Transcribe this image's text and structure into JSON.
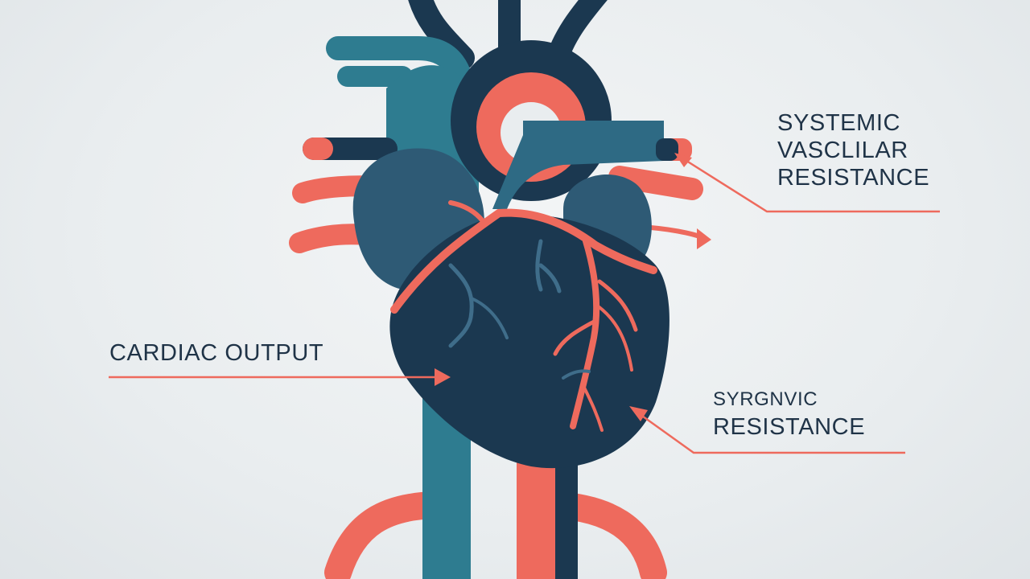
{
  "colors": {
    "background": "#e9edef",
    "heart_dark": "#1b3850",
    "heart_mid": "#2e5a75",
    "vessel_teal": "#2e7c90",
    "artery_red": "#ee6a5d",
    "label_text": "#1f3347"
  },
  "labels": {
    "systemic_vascular_resistance": [
      "SYSTEMIC",
      "VASCLILAR",
      "RESISTANCE"
    ],
    "cardiac_output": "CARDIAC OUTPUT",
    "systemic_resistance": [
      "SYRGNVIC",
      "RESISTANCE"
    ]
  }
}
